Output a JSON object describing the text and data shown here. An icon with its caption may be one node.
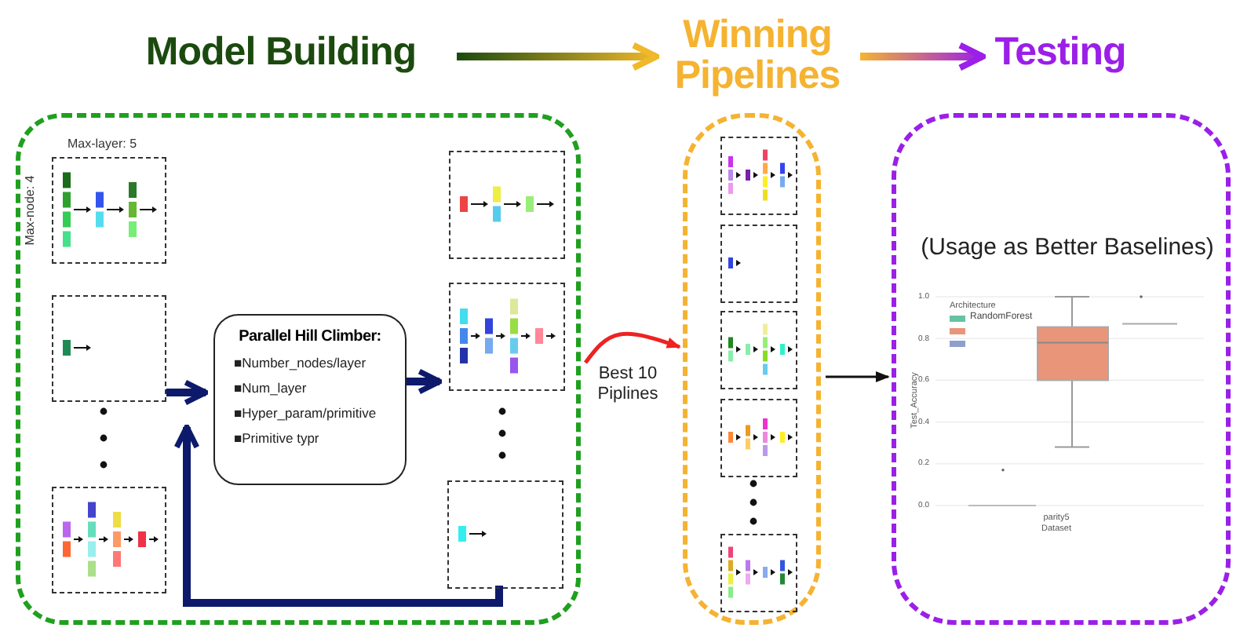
{
  "diagram": {
    "nodes": [
      {
        "text": [
          "Model Building"
        ]
      },
      {
        "text": [
          "Winning Pipelines"
        ]
      },
      {
        "text": [
          "Testing"
        ]
      },
      {
        "text": [],
        "shape": "box"
      },
      {
        "text": [],
        "shape": "box",
        "in": 3,
        "beside": [
          "Max-layer: 5",
          "Max-node: 4"
        ]
      },
      {
        "text": [],
        "shape": "box",
        "in": 3
      },
      {
        "text": [],
        "shape": "box",
        "in": 3
      },
      {
        "text": [
          "Parallel Hill Climber:",
          "■Number_nodes/layer",
          "■Num_layer",
          "■Hyper_param/primitive",
          "■Primitive typr"
        ],
        "in": 3
      },
      {
        "text": [],
        "shape": "box",
        "in": 3
      },
      {
        "text": [],
        "shape": "box",
        "in": 3
      },
      {
        "text": [],
        "shape": "box",
        "in": 3
      },
      {
        "text": [],
        "shape": "box"
      },
      {
        "text": [],
        "shape": "box",
        "in": 11
      },
      {
        "text": [],
        "shape": "box",
        "in": 11
      },
      {
        "text": [],
        "shape": "box",
        "in": 11
      },
      {
        "text": [],
        "shape": "box",
        "in": 11
      },
      {
        "text": [],
        "shape": "box",
        "in": 11
      },
      {
        "text": [],
        "shape": "box"
      }
    ],
    "edges": [
      {
        "from": 0,
        "to": 1,
        "arrow": "to"
      },
      {
        "from": 1,
        "to": 2,
        "arrow": "to"
      },
      {
        "from": 5,
        "to": 7,
        "arrow": "to",
        "color": "#0d1a6b"
      },
      {
        "from": 7,
        "to": 9,
        "arrow": "to",
        "color": "#0d1a6b"
      },
      {
        "from": 10,
        "to": 5,
        "arrow": "to",
        "color": "#0d1a6b"
      },
      {
        "from": 3,
        "to": 11,
        "arrow": "to",
        "label": "Best 10 Piplines",
        "color": "#ee2222"
      },
      {
        "from": 11,
        "to": 17,
        "arrow": "to"
      }
    ],
    "labels": [
      "(Usage as Better Baselines)",
      "1.0",
      "0.8",
      "0.6",
      "0.4",
      "0.2",
      "0.0",
      "Test_Accuracy",
      "Architecture",
      "parity5",
      "Dataset"
    ],
    "legend": [
      {
        "text": "RandomForest",
        "color": "#66c2a5"
      }
    ]
  }
}
